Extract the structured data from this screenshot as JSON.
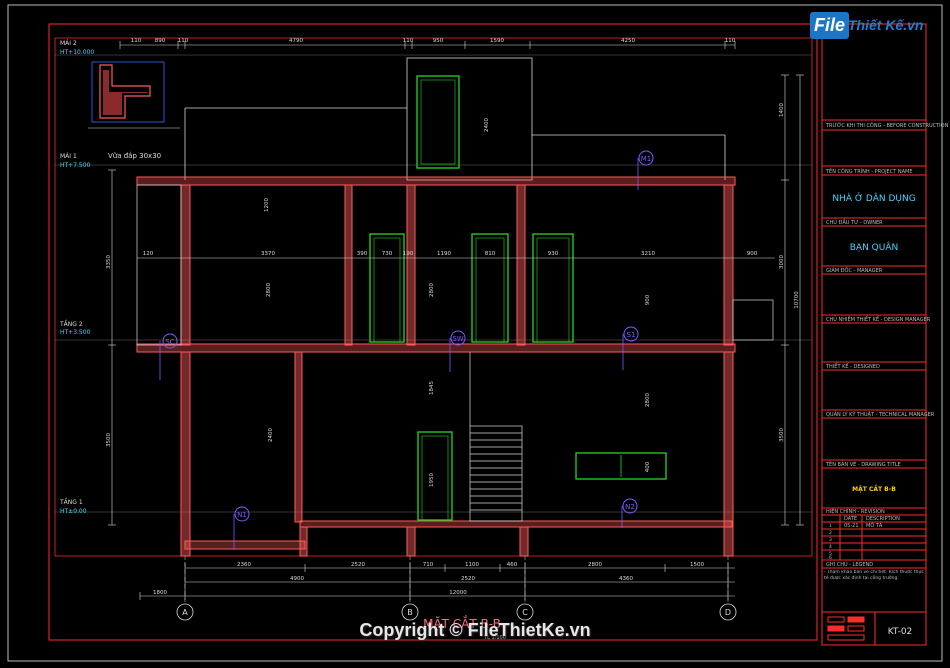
{
  "drawing": {
    "title": "MẶT CẮT B-B",
    "scale_text": "TL 1:100",
    "sheet_no": "KT-02"
  },
  "title_block": {
    "project_label": "TÊN CÔNG TRÌNH - PROJECT NAME",
    "project_name": "NHÀ Ở DÂN DỤNG",
    "owner_label": "CHỦ ĐẦU TƯ - OWNER",
    "owner_name": "BẠN QUÂN",
    "rows": [
      "TRƯỚC KHI THI CÔNG - BEFORE CONSTRUCTION",
      "GIÁM ĐỐC - MANAGER",
      "CHỦ NHIỆM THIẾT KẾ - DESIGN MANAGER",
      "THIẾT KẾ - DESIGNED",
      "QUẢN LÝ KỸ THUẬT - TECHNICAL MANAGER",
      "TÊN BẢN VẼ - DRAWING TITLE",
      "HIỆN CHỈNH - REVISION",
      "GHI CHÚ - LEGEND"
    ],
    "sheet_title": "MẶT CẮT B-B",
    "rev_headers": [
      "DATE",
      "DESCRIPTION"
    ],
    "notes": "- Tham khảo bản vẽ chi tiết. Kích thước thực tế được xác định tại công trường.",
    "rev_date": "05-21",
    "rev_desc": "MÔ TẢ",
    "rev_rows": [
      "1",
      "2",
      "3",
      "4",
      "5",
      "6"
    ]
  },
  "levels": [
    {
      "name": "MÁI 2",
      "elev": "HT+10.000"
    },
    {
      "name": "MÁI 1",
      "elev": "HT+7.500"
    },
    {
      "name": "TẦNG 2",
      "elev": "HT+3.500"
    },
    {
      "name": "TẦNG 1",
      "elev": "HT±0.00"
    }
  ],
  "grid_axes": [
    "A",
    "B",
    "C",
    "D"
  ],
  "tags": {
    "m1": "M1",
    "n1": "N1",
    "n2": "N2",
    "s1": "S1",
    "sw": "SW",
    "sc": "SC"
  },
  "detail_note": "Vữa đắp 30x30",
  "dims": {
    "top": [
      "110",
      "890",
      "110",
      "4790",
      "110",
      "950",
      "1590",
      "4250",
      "110"
    ],
    "bottom_1": [
      "2360",
      "2520",
      "710",
      "1100",
      "460",
      "2800",
      "1500"
    ],
    "bottom_2": [
      "4900",
      "2520",
      "4360"
    ],
    "bottom_total": "12000",
    "left_outer": "1800",
    "left": [
      "3350",
      "3500"
    ],
    "right": [
      "1400",
      "3000",
      "3500",
      "10700"
    ],
    "floor_row": [
      "120",
      "3370",
      "390",
      "730",
      "190",
      "1190",
      "810",
      "930",
      "3210",
      "900"
    ],
    "doors": [
      "2800",
      "2800",
      "2800",
      "2400",
      "1845",
      "2400",
      "400",
      "900",
      "1950",
      "1200"
    ]
  },
  "watermark": {
    "logo_prefix": "File",
    "logo_rest": "Thiết Kế.vn",
    "copyright": "Copyright © FileThietKe.vn"
  },
  "colors": {
    "frame": "#ff2a2a",
    "dim": "#d9d9d9",
    "door": "#22d622",
    "wall": "#ff5a5a",
    "tag": "#7a5cff",
    "text_cyan": "#42d7ff"
  }
}
